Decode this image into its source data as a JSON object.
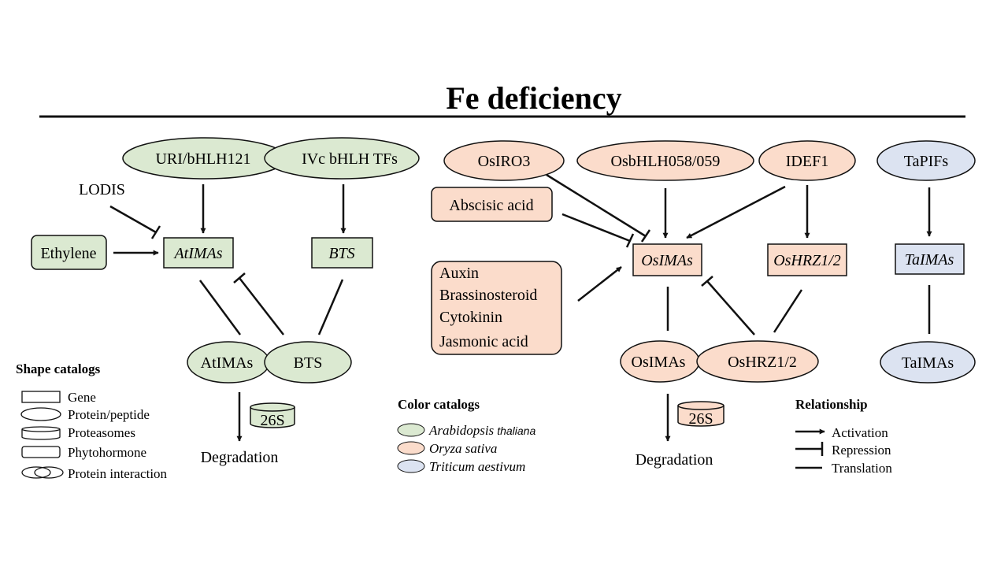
{
  "title": "Fe deficiency",
  "colors": {
    "arabidopsis": "#dbe9d1",
    "oryza": "#fbdccb",
    "triticum": "#dce3f1",
    "stroke": "#111111"
  },
  "arabidopsis": {
    "uri": "URI/bHLH121",
    "ivc": "IVc bHLH TFs",
    "lodis": "LODIS",
    "ethylene": "Ethylene",
    "atimas_gene": "AtIMAs",
    "bts_gene": "BTS",
    "atimas_protein": "AtIMAs",
    "bts_protein": "BTS",
    "proteasome": "26S",
    "degradation": "Degradation"
  },
  "oryza": {
    "osiro3": "OsIRO3",
    "osbhlh": "OsbHLH058/059",
    "idef1": "IDEF1",
    "aba": "Abscisic acid",
    "hormones": [
      "Auxin",
      "Brassinosteroid",
      "Cytokinin",
      "Jasmonic acid"
    ],
    "osimas_gene": "OsIMAs",
    "oshrz_gene": "OsHRZ1/2",
    "osimas_protein": "OsIMAs",
    "oshrz_protein": "OsHRZ1/2",
    "proteasome": "26S",
    "degradation": "Degradation"
  },
  "triticum": {
    "tapifs": "TaPIFs",
    "taimas_gene": "TaIMAs",
    "taimas_protein": "TaIMAs"
  },
  "shape_catalog": {
    "heading": "Shape catalogs",
    "items": [
      "Gene",
      "Protein/peptide",
      "Proteasomes",
      "Phytohormone",
      "Protein interaction"
    ]
  },
  "color_catalog": {
    "heading": "Color catalogs",
    "items": [
      {
        "genus": "Arabidopsis",
        "species": "thaliana"
      },
      {
        "genus": "Oryza sativa",
        "species": ""
      },
      {
        "genus": "Triticum aestivum",
        "species": ""
      }
    ]
  },
  "relationship": {
    "heading": "Relationship",
    "items": [
      "Activation",
      "Repression",
      "Translation"
    ]
  }
}
